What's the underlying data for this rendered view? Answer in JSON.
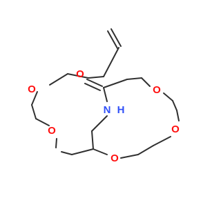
{
  "structure": {
    "bond_color": "#303030",
    "atoms": [
      {
        "id": "o1",
        "label": "O",
        "color": "#ff0d0d"
      },
      {
        "id": "o2",
        "label": "O",
        "color": "#ff0d0d"
      },
      {
        "id": "o3",
        "label": "O",
        "color": "#ff0d0d"
      },
      {
        "id": "o4",
        "label": "O",
        "color": "#ff0d0d"
      },
      {
        "id": "o5",
        "label": "O",
        "color": "#ff0d0d"
      },
      {
        "id": "o6",
        "label": "O",
        "color": "#ff0d0d"
      },
      {
        "id": "n1",
        "label": "N",
        "color": "#3050f8"
      },
      {
        "id": "h1",
        "label": "H",
        "color": "#3050f8"
      }
    ]
  }
}
